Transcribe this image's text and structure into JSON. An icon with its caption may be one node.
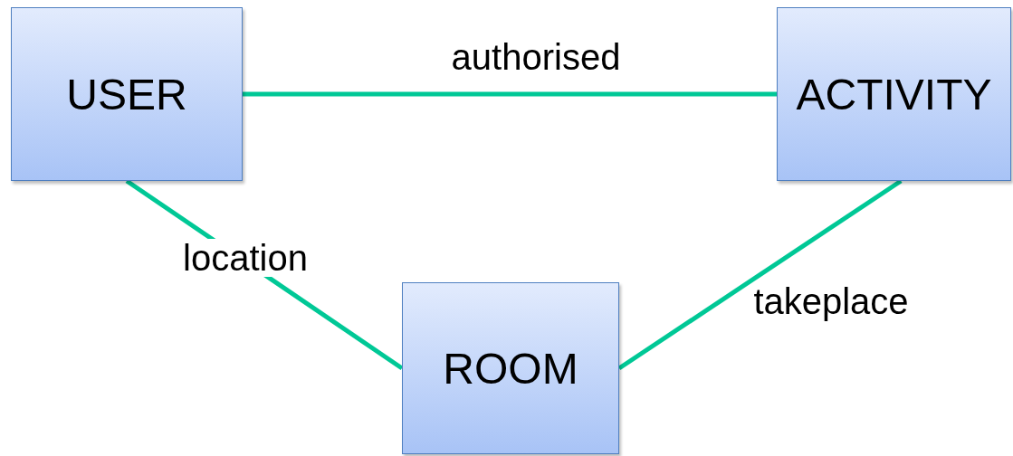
{
  "diagram": {
    "nodes": [
      {
        "text": [
          "USER"
        ]
      },
      {
        "text": [
          "ACTIVITY"
        ]
      },
      {
        "text": [
          "ROOM"
        ]
      }
    ],
    "edges": [
      {
        "from": 0,
        "to": 1,
        "arrow": "none",
        "label": "authorised"
      },
      {
        "from": 0,
        "to": 2,
        "arrow": "none",
        "label": "location"
      },
      {
        "from": 1,
        "to": 2,
        "arrow": "none",
        "label": "takeplace"
      }
    ]
  }
}
